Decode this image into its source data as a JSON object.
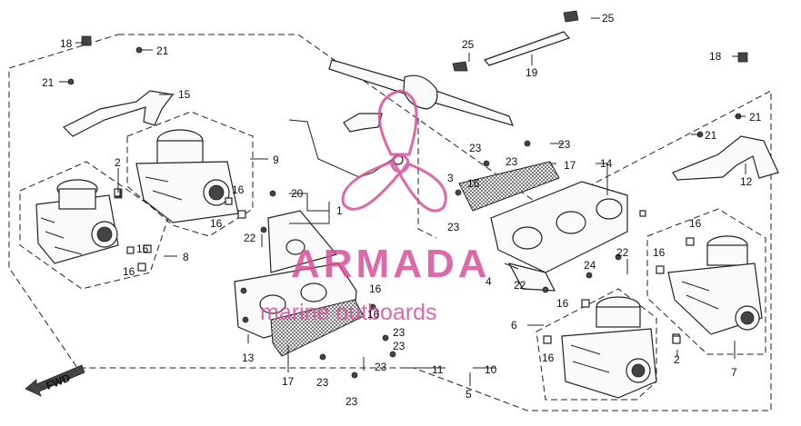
{
  "watermark": {
    "brand": "ARMADA",
    "tagline": "marine outboards",
    "color": "#d84f9a"
  },
  "direction_label": "FWD",
  "callouts": {
    "c1": "1",
    "c2a": "2",
    "c2b": "2",
    "c3": "3",
    "c4": "4",
    "c5": "5",
    "c6": "6",
    "c7": "7",
    "c8": "8",
    "c9": "9",
    "c10": "10",
    "c11": "11",
    "c12": "12",
    "c13": "13",
    "c14": "14",
    "c15": "15",
    "c16a": "16",
    "c16b": "16",
    "c16c": "16",
    "c16d": "16",
    "c16e": "16",
    "c16f": "16",
    "c16g": "16",
    "c16h": "16",
    "c16i": "16",
    "c16j": "16",
    "c17a": "17",
    "c17b": "17",
    "c18a": "18",
    "c18b": "18",
    "c19": "19",
    "c20": "20",
    "c21a": "21",
    "c21b": "21",
    "c21c": "21",
    "c21d": "21",
    "c22a": "22",
    "c22b": "22",
    "c22c": "22",
    "c23a": "23",
    "c23b": "23",
    "c23c": "23",
    "c23d": "23",
    "c23e": "23",
    "c23f": "23",
    "c23g": "23",
    "c23h": "23",
    "c24": "24",
    "c25a": "25",
    "c25b": "25"
  }
}
